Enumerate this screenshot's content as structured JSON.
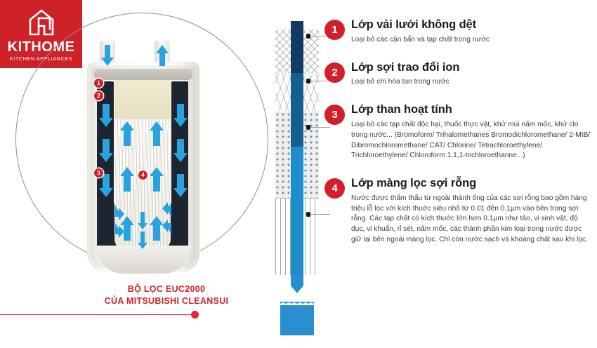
{
  "brand": {
    "name": "KITHOME",
    "tagline": "KITCHEN APPLIANCES",
    "logo_icon": "house-logo-icon",
    "background_color": "#cf2128"
  },
  "diagram": {
    "caption_line_1": "BỘ LỌC EUC2000",
    "caption_line_2": "CỦA MITSUBISHI CLEANSUI",
    "caption_color": "#d31f2a",
    "cartridge_markers": [
      "1",
      "2",
      "3",
      "4"
    ],
    "column_segments": [
      {
        "marker": "1",
        "texture": "non-woven-mesh"
      },
      {
        "marker": "2",
        "texture": "ion-exchange-fiber"
      },
      {
        "marker": "3",
        "texture": "activated-carbon-granules"
      },
      {
        "marker": "4",
        "texture": "hollow-fiber-membrane"
      }
    ],
    "water_flow_color": "#29a3e0",
    "basin_label": "filtered-water"
  },
  "layers": [
    {
      "number": "1",
      "title": "Lớp vải lưới không dệt",
      "desc": "Loại bỏ các cặn bẩn và tạp chất trong nước"
    },
    {
      "number": "2",
      "title": "Lớp sợi trao đổi ion",
      "desc": "Loại bỏ chì hòa tan trong nước"
    },
    {
      "number": "3",
      "title": "Lớp than hoạt tính",
      "desc": "Loại bỏ các tạp chất độc hại, thuốc thực vật, khử mùi nấm mốc, khử clo trong nước... (Bromoform/ Trihalomethanes Bromodichloromethane/ 2-MIB/ Dibromochloromethane/ CAT/ Chlorine/ Tetrachloroethylene/ Trichloroethylene/ Chloroform 1,1,1-trichloroethanne...)"
    },
    {
      "number": "4",
      "title": "Lớp màng lọc sợi rỗng",
      "desc": "Nước được thẩm thấu từ ngoài thành ống của các sợi rỗng bao gồm hàng triệu lỗ lọc với kích thuớc siêu nhỏ từ 0.01 đến 0.1µm vào bên trong sợi rỗng. Các tạp chất có kích thuớc lớn hơn 0.1µm như tảo, vi sinh vật, độ đục, vi khuẩn, rỉ sét, nấm mốc, các thành phần kim loại trong nước được giữ lại bên ngoài màng lọc. Chỉ còn nước sạch và khoáng chất sau khi lọc."
    }
  ],
  "colors": {
    "brand_red": "#cf2128",
    "badge_red": "#d31f2a",
    "water_blue": "#29a3e0",
    "core_dark": "#123a63",
    "core_bright": "#1f8ccb",
    "carbon_black": "#1d2630",
    "text_dark": "#1b1b1b",
    "text_body": "#3e3e40"
  }
}
